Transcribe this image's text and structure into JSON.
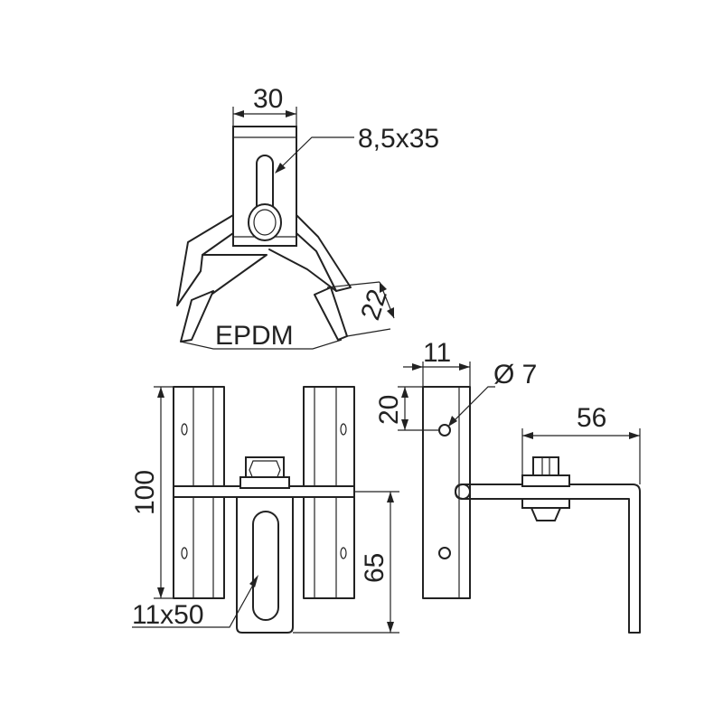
{
  "labels": {
    "top_width": "30",
    "slot_top": "8,5x35",
    "angle_height": "22",
    "epdm": "EPDM",
    "height_total": "100",
    "slot_bottom": "11x50",
    "height_lower": "65",
    "side_width": "11",
    "side_offset": "20",
    "hole_diameter": "Ø 7",
    "arm_length": "56"
  }
}
